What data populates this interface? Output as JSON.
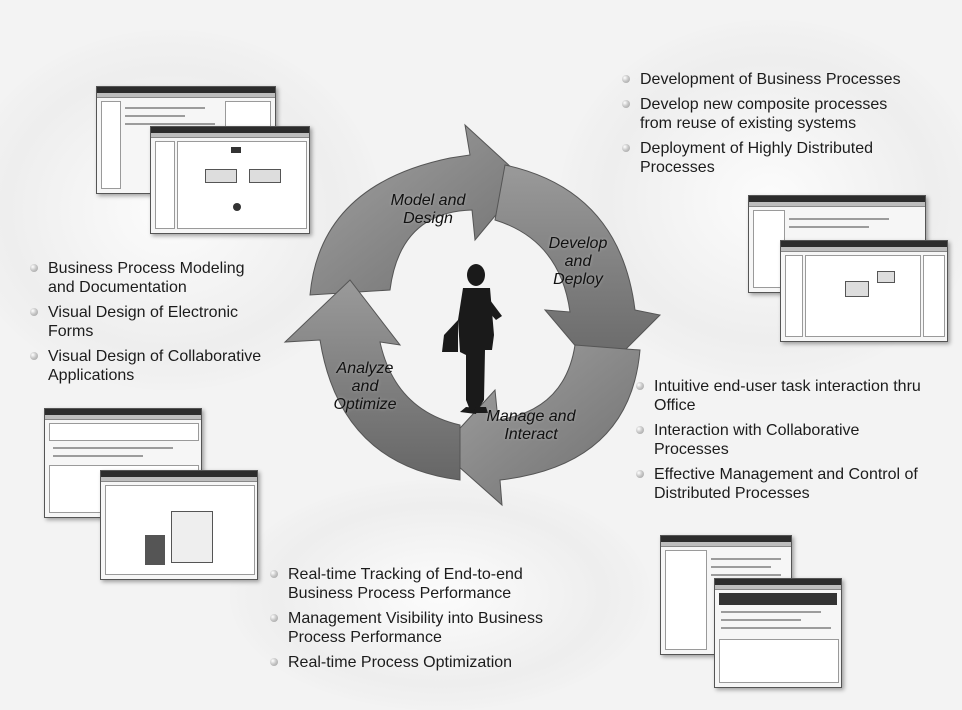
{
  "stages": {
    "model_design": [
      "Model and",
      "Design"
    ],
    "develop_deploy": [
      "Develop",
      "and",
      "Deploy"
    ],
    "manage_interact": [
      "Manage and",
      "Interact"
    ],
    "analyze_optimize": [
      "Analyze",
      "and",
      "Optimize"
    ]
  },
  "top_right_bullets": [
    [
      "Development of Business Processes"
    ],
    [
      "Develop new composite processes",
      "from reuse of existing systems"
    ],
    [
      "Deployment of Highly Distributed",
      "Processes"
    ]
  ],
  "left_bullets": [
    [
      "Business Process Modeling",
      "and Documentation"
    ],
    [
      "Visual Design of Electronic",
      "Forms"
    ],
    [
      "Visual Design of Collaborative",
      "Applications"
    ]
  ],
  "right_bullets": [
    [
      "Intuitive end-user task interaction thru",
      "Office"
    ],
    [
      "Interaction with Collaborative",
      "Processes"
    ],
    [
      "Effective Management and Control of",
      "Distributed Processes"
    ]
  ],
  "bottom_bullets": [
    [
      "Real-time Tracking of End-to-end",
      "Business Process Performance"
    ],
    [
      "Management Visibility into Business",
      "Process Performance"
    ],
    [
      "Real-time Process Optimization"
    ]
  ],
  "colors": {
    "arrow": "#8f8f8f",
    "arrow_dark": "#5e5e5e",
    "silhouette": "#1a1a1a"
  },
  "icons": {
    "person": "businessman-silhouette-icon",
    "cycle": "cycle-arrows-icon"
  }
}
